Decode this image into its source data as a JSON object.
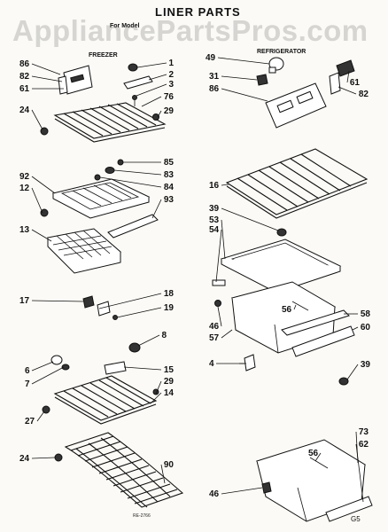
{
  "title": "LINER PARTS",
  "model_line": "For Model",
  "watermark": "AppliancePartsPros.com",
  "sections": {
    "freezer": "FREEZER",
    "refrigerator": "REFRIGERATOR"
  },
  "diagram_code": "RE-2766",
  "page_mark": "G5",
  "callouts": {
    "freezer": [
      "86",
      "82",
      "61",
      "24",
      "1",
      "2",
      "3",
      "76",
      "29",
      "85",
      "83",
      "84",
      "92",
      "12",
      "93",
      "13",
      "17",
      "18",
      "19",
      "8",
      "6",
      "7",
      "15",
      "29",
      "14",
      "27",
      "24",
      "90"
    ],
    "refrigerator": [
      "49",
      "31",
      "86",
      "61",
      "82",
      "16",
      "39",
      "53",
      "54",
      "56",
      "58",
      "46",
      "57",
      "60",
      "4",
      "39",
      "73",
      "62",
      "56",
      "46"
    ]
  }
}
